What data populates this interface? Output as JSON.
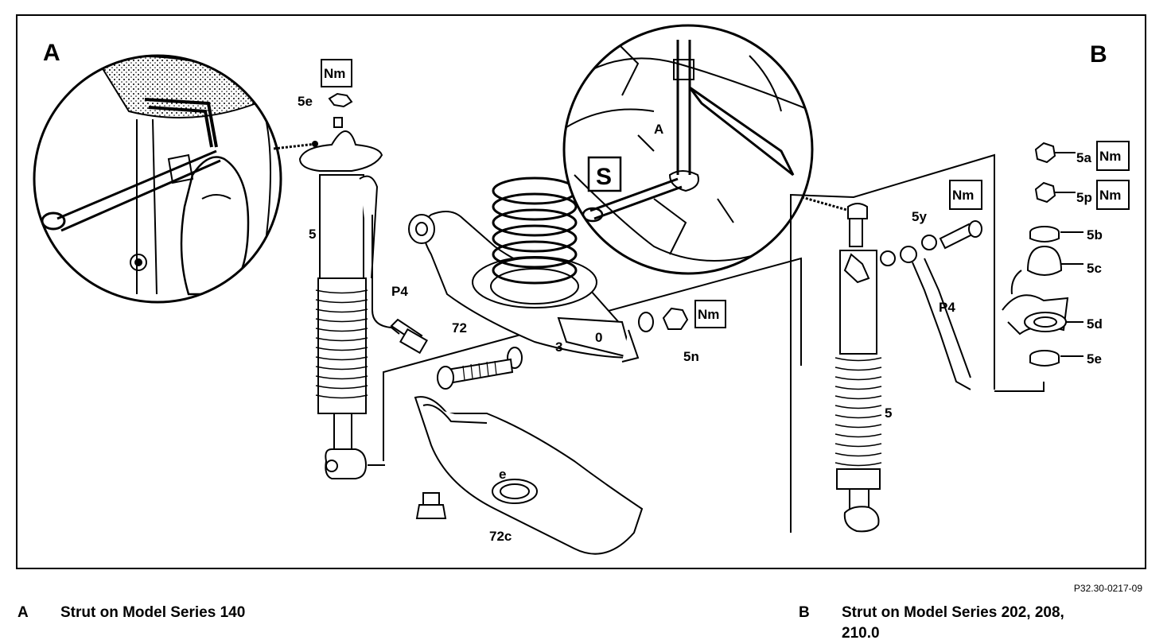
{
  "panels": {
    "a": {
      "letter": "A"
    },
    "b": {
      "letter": "B"
    }
  },
  "torque_symbol": "Nm",
  "tool_symbol": "S",
  "labels": {
    "l5e_a": "5e",
    "l5_a": "5",
    "p4_a": "P4",
    "l72": "72",
    "l3": "3",
    "l0": "0",
    "l5n": "5n",
    "le": "e",
    "l72c": "72c",
    "la_detail": "A",
    "l5y": "5y",
    "p4_b": "P4",
    "l5_b": "5",
    "l5a": "5a",
    "l5p": "5p",
    "l5b": "5b",
    "l5c": "5c",
    "l5d": "5d",
    "l5e_b": "5e"
  },
  "figure_ref": "P32.30-0217-09",
  "captions": [
    {
      "letter": "A",
      "text": "Strut on Model Series 140"
    },
    {
      "letter": "B",
      "text": "Strut on Model Series 202, 208,",
      "text2": "210.0"
    }
  ]
}
